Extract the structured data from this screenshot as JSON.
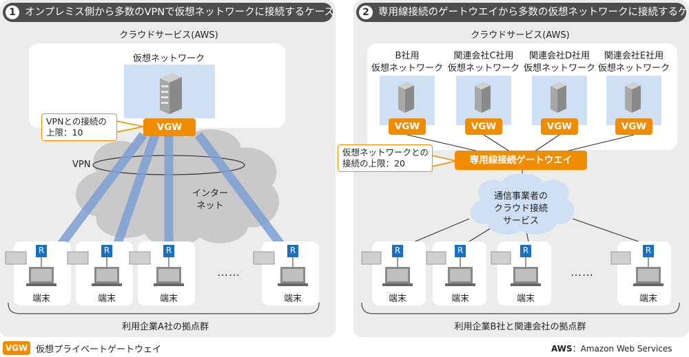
{
  "panels": {
    "left": {
      "number": "1",
      "title": "オンプレミス側から多数のVPNで仮想ネットワークに接続するケース",
      "cloud_label": "クラウドサービス(AWS)",
      "vnet_label": "仮想ネットワーク",
      "vgw_label": "VGW",
      "callout": [
        "VPNとの接続の",
        "上限：10"
      ],
      "vpn_label": "VPN",
      "internet_label": [
        "インター",
        "ネット"
      ],
      "router_label": "R",
      "terminal_label": "端末",
      "ellipsis": "……",
      "sites_label": "利用企業A社の拠点群"
    },
    "right": {
      "number": "2",
      "title": "専用線接続のゲートウエイから多数の仮想ネットワークに接続するケース",
      "cloud_label": "クラウドサービス(AWS)",
      "vnets": [
        {
          "line1": "B社用",
          "line2": "仮想ネットワーク"
        },
        {
          "line1": "関連会社C社用",
          "line2": "仮想ネットワーク"
        },
        {
          "line1": "関連会社D社用",
          "line2": "仮想ネットワーク"
        },
        {
          "line1": "関連会社E社用",
          "line2": "仮想ネットワーク"
        }
      ],
      "vgw_label": "VGW",
      "gateway_label": "専用線接続ゲートウエイ",
      "callout": [
        "仮想ネットワークとの",
        "接続の上限：20"
      ],
      "carrier_label": [
        "通信事業者の",
        "クラウド接続",
        "サービス"
      ],
      "router_label": "R",
      "terminal_label": "端末",
      "ellipsis": "……",
      "sites_label": "利用企業B社と関連会社の拠点群"
    }
  },
  "legend": {
    "key": "VGW",
    "text": "仮想プライベートゲートウェイ"
  },
  "footnote": {
    "key": "AWS",
    "text": "：Amazon Web Services"
  },
  "colors": {
    "orange": "#f08c00",
    "panel": "#ececec",
    "header": "#4d4d4d",
    "vnet": "#cfe0f4",
    "pipe": "#7f9fd3",
    "router": "#1a6fc0"
  }
}
